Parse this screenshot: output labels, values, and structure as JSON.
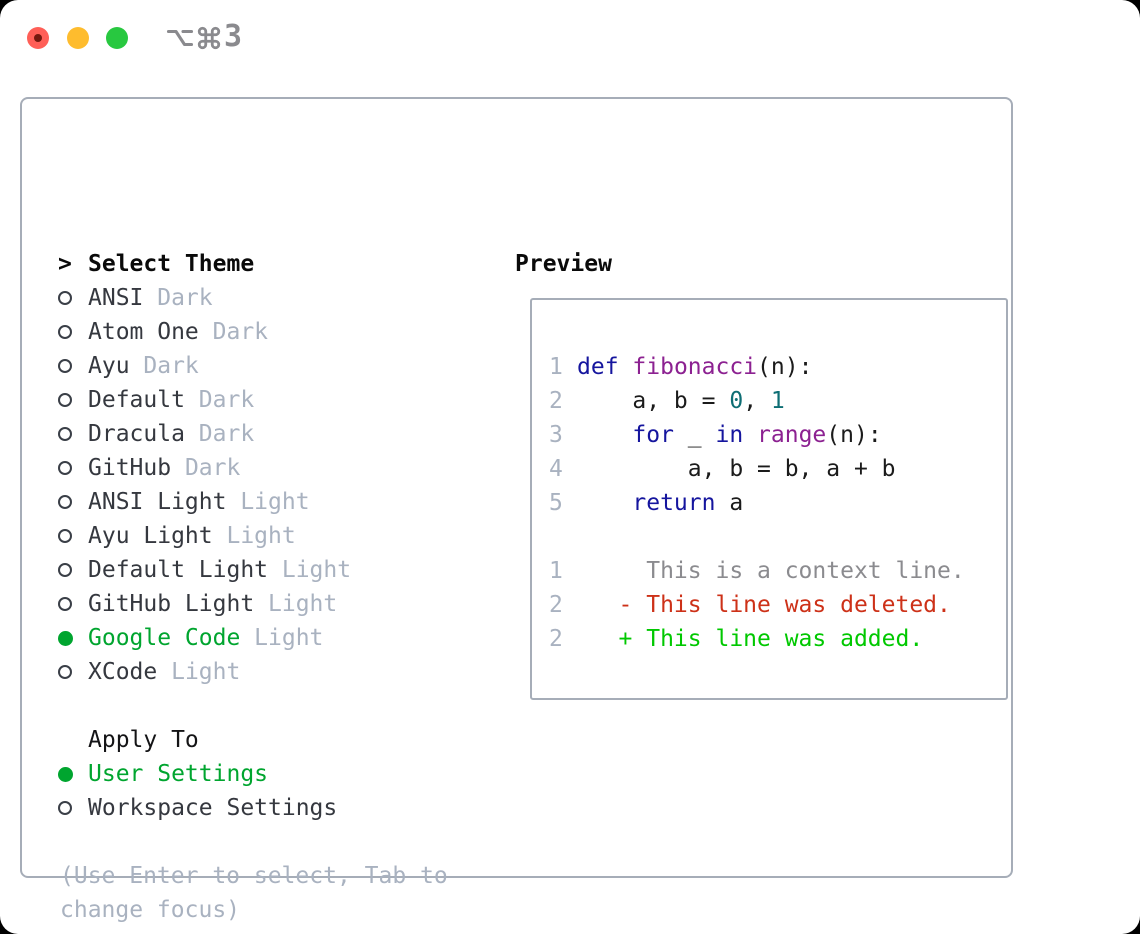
{
  "titlebar": {
    "shortcut": {
      "icons": [
        "option-key-icon",
        "command-key-icon"
      ],
      "key": "3"
    }
  },
  "theme_panel": {
    "header": {
      "marker": ">",
      "label": "Select Theme"
    },
    "themes": [
      {
        "label": "ANSI",
        "variant": "Dark",
        "selected": false
      },
      {
        "label": "Atom One",
        "variant": "Dark",
        "selected": false
      },
      {
        "label": "Ayu",
        "variant": "Dark",
        "selected": false
      },
      {
        "label": "Default",
        "variant": "Dark",
        "selected": false
      },
      {
        "label": "Dracula",
        "variant": "Dark",
        "selected": false
      },
      {
        "label": "GitHub",
        "variant": "Dark",
        "selected": false
      },
      {
        "label": "ANSI Light",
        "variant": "Light",
        "selected": false
      },
      {
        "label": "Ayu Light",
        "variant": "Light",
        "selected": false
      },
      {
        "label": "Default Light",
        "variant": "Light",
        "selected": false
      },
      {
        "label": "GitHub Light",
        "variant": "Light",
        "selected": false
      },
      {
        "label": "Google Code",
        "variant": "Light",
        "selected": true
      },
      {
        "label": "XCode",
        "variant": "Light",
        "selected": false
      }
    ],
    "apply_to": {
      "label": "Apply To",
      "options": [
        {
          "label": "User Settings",
          "selected": true
        },
        {
          "label": "Workspace Settings",
          "selected": false
        }
      ]
    },
    "hint_lines": [
      "(Use Enter to select, Tab to",
      "change focus)"
    ]
  },
  "preview": {
    "title": "Preview",
    "lines": [
      {
        "num": "1",
        "segments": [
          {
            "text": "def",
            "style": "keyword"
          },
          {
            "text": " ",
            "style": "plain"
          },
          {
            "text": "fibonacci",
            "style": "function"
          },
          {
            "text": "(n):",
            "style": "plain"
          }
        ]
      },
      {
        "num": "2",
        "segments": [
          {
            "text": "    a, b = ",
            "style": "plain"
          },
          {
            "text": "0",
            "style": "number"
          },
          {
            "text": ", ",
            "style": "plain"
          },
          {
            "text": "1",
            "style": "number"
          }
        ]
      },
      {
        "num": "3",
        "segments": [
          {
            "text": "    ",
            "style": "plain"
          },
          {
            "text": "for",
            "style": "keyword"
          },
          {
            "text": " _ ",
            "style": "plain"
          },
          {
            "text": "in",
            "style": "keyword"
          },
          {
            "text": " ",
            "style": "plain"
          },
          {
            "text": "range",
            "style": "function"
          },
          {
            "text": "(n):",
            "style": "plain"
          }
        ]
      },
      {
        "num": "4",
        "segments": [
          {
            "text": "        a, b = b, a + b",
            "style": "plain"
          }
        ]
      },
      {
        "num": "5",
        "segments": [
          {
            "text": "    ",
            "style": "plain"
          },
          {
            "text": "return",
            "style": "keyword"
          },
          {
            "text": " a",
            "style": "plain"
          }
        ]
      },
      {
        "num": "",
        "segments": []
      },
      {
        "num": "1",
        "segments": [
          {
            "text": "     This is a context line.",
            "style": "context"
          }
        ]
      },
      {
        "num": "2",
        "segments": [
          {
            "text": "   - This line was deleted.",
            "style": "deleted"
          }
        ]
      },
      {
        "num": "2",
        "segments": [
          {
            "text": "   + This line was added.",
            "style": "added"
          }
        ]
      }
    ]
  },
  "colors": {
    "selection_green": "#00a52f",
    "diff_added_green": "#00c800",
    "diff_deleted_red": "#cd3118",
    "keyword_blue": "#15159e",
    "function_purple": "#8c2191",
    "number_teal": "#0e6e74",
    "muted_gray": "#a9b2c0",
    "context_gray": "#8b8b8f",
    "border_gray": "#a6adb8",
    "traffic_red": "#ff5f57",
    "traffic_yellow": "#febc2e",
    "traffic_green": "#28c840"
  }
}
